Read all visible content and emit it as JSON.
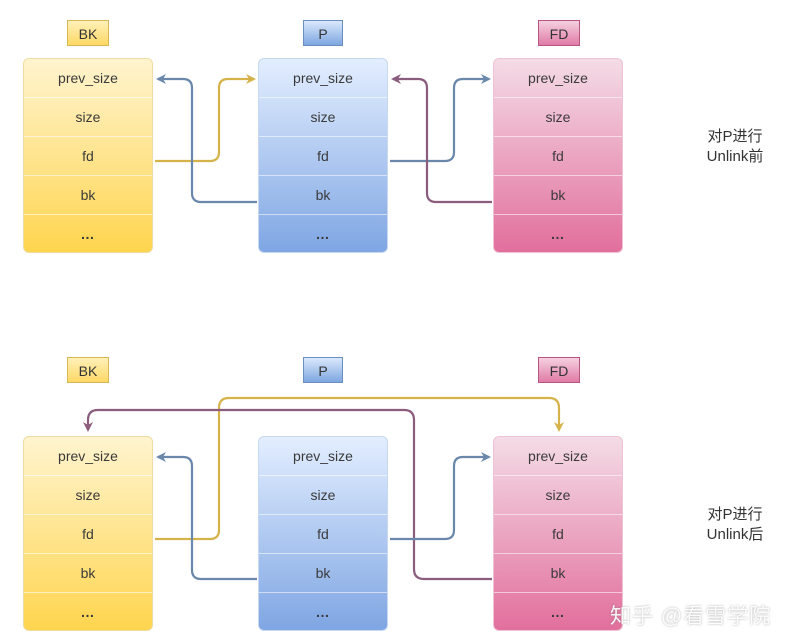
{
  "diagram_title": "Unlink of chunk P in a doubly-linked free list",
  "colors": {
    "bk": "#ffd966",
    "p": "#7ea6e0",
    "fd": "#e07ba6",
    "arrow_yellow": "#d6b24a",
    "arrow_blue": "#6a88ab",
    "arrow_purple": "#8a5d7e"
  },
  "fields": [
    "prev_size",
    "size",
    "fd",
    "bk",
    "…"
  ],
  "top": {
    "labels": {
      "bk": "BK",
      "p": "P",
      "fd": "FD"
    },
    "caption_line1": "对P进行",
    "caption_line2": "Unlink前",
    "links": [
      {
        "from": "BK.fd",
        "to": "P.prev_size",
        "color": "yellow"
      },
      {
        "from": "P.bk",
        "to": "BK.prev_size",
        "color": "blue"
      },
      {
        "from": "P.fd",
        "to": "FD.prev_size",
        "color": "blue"
      },
      {
        "from": "FD.bk",
        "to": "P.prev_size",
        "color": "purple"
      }
    ]
  },
  "bottom": {
    "labels": {
      "bk": "BK",
      "p": "P",
      "fd": "FD"
    },
    "caption_line1": "对P进行",
    "caption_line2": "Unlink后",
    "links": [
      {
        "from": "BK.fd",
        "to": "FD.prev_size",
        "color": "yellow"
      },
      {
        "from": "FD.bk",
        "to": "BK.prev_size",
        "color": "purple"
      },
      {
        "from": "P.bk",
        "to": "BK.prev_size",
        "color": "blue"
      },
      {
        "from": "P.fd",
        "to": "FD.prev_size",
        "color": "blue"
      }
    ]
  },
  "watermark": "知乎 @看雪学院"
}
